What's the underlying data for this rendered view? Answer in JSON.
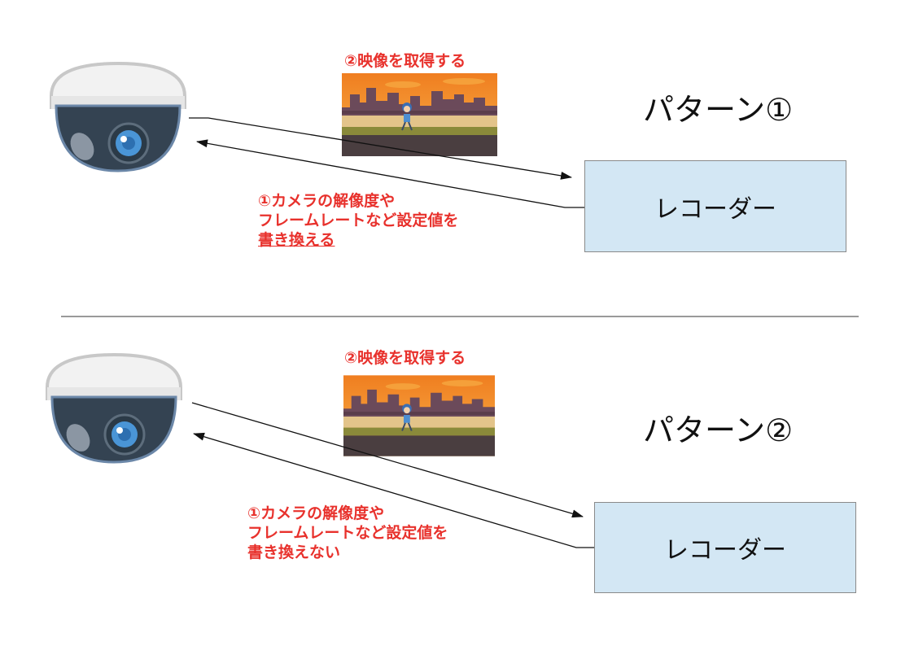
{
  "patterns": [
    {
      "title": "パターン①",
      "recorder_label": "レコーダー",
      "fetch_label": "②映像を取得する",
      "settings_lines": [
        "①カメラの解像度や",
        "フレームレートなど設定値を",
        "書き換える"
      ]
    },
    {
      "title": "パターン②",
      "recorder_label": "レコーダー",
      "fetch_label": "②映像を取得する",
      "settings_lines": [
        "①カメラの解像度や",
        "フレームレートなど設定値を",
        "書き換えない"
      ]
    }
  ],
  "colors": {
    "caption": "#e8312c",
    "recorder_fill": "#d3e7f4",
    "sky": "#f29a3a"
  },
  "icons": {
    "camera": "dome-camera-icon",
    "scene": "video-frame-runner-icon"
  }
}
